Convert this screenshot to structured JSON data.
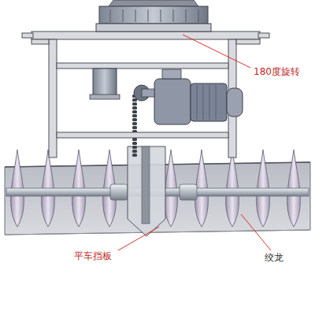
{
  "diagram": {
    "labels": [
      "180度旋转",
      "平车挡板",
      "绞龙"
    ]
  }
}
